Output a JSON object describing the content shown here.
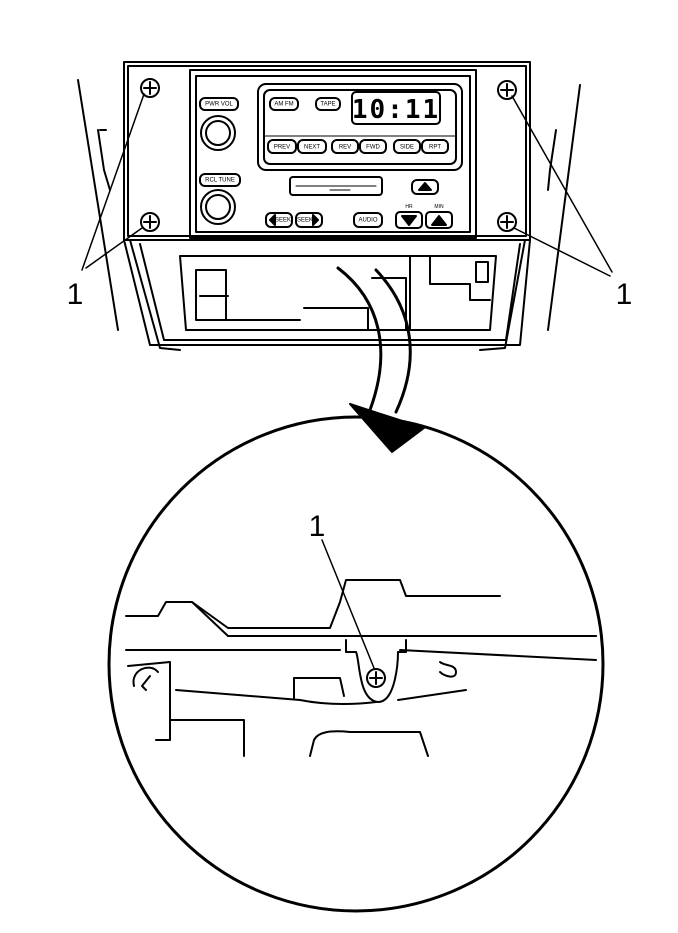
{
  "callouts": {
    "left": "1",
    "right": "1",
    "detail": "1"
  },
  "display": {
    "time": "10:11"
  },
  "buttons": {
    "pwr_vol": "PWR VOL",
    "am_fm": "AM FM",
    "tape": "TAPE",
    "prev": "PREV",
    "next": "NEXT",
    "rev": "REV",
    "fwd": "FWD",
    "side": "SIDE",
    "rpt": "RPT",
    "rcl_tune": "RCL TUNE",
    "seek_left": "SEEK",
    "seek_right": "SEEK",
    "audio": "AUDIO",
    "tone_left": "HR",
    "tone_right": "MIN"
  }
}
